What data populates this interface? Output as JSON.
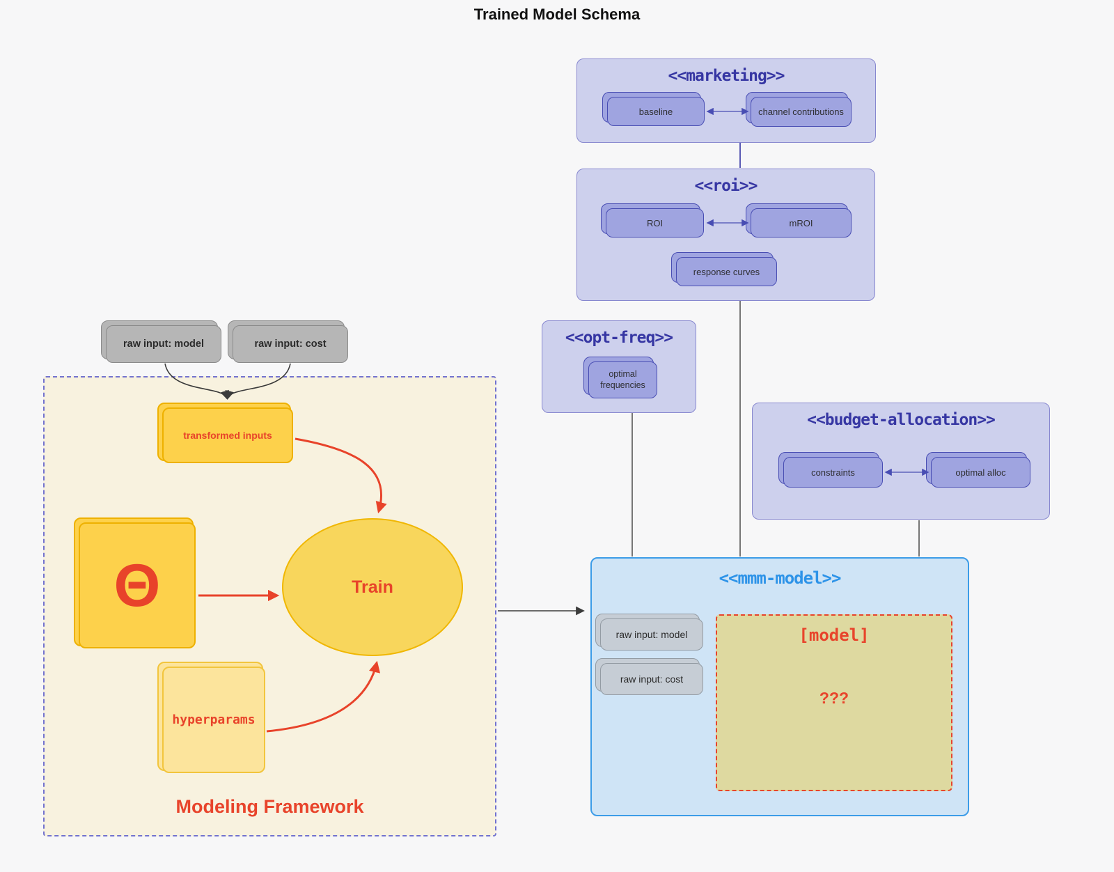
{
  "diagram_title": "Trained Model Schema",
  "marketing": {
    "title": "<<marketing>>",
    "baseline": "baseline",
    "channel_contributions": "channel contributions"
  },
  "roi": {
    "title": "<<roi>>",
    "roi": "ROI",
    "mroi": "mROI",
    "response_curves": "response curves"
  },
  "opt_freq": {
    "title": "<<opt-freq>>",
    "optimal_frequencies": "optimal frequencies"
  },
  "budget_allocation": {
    "title": "<<budget-allocation>>",
    "constraints": "constraints",
    "optimal_alloc": "optimal alloc"
  },
  "raw_inputs": {
    "model": "raw input: model",
    "cost": "raw input: cost"
  },
  "modeling_framework": {
    "label": "Modeling Framework",
    "transformed_inputs": "transformed inputs",
    "theta": "Θ",
    "train": "Train",
    "hyperparams": "hyperparams"
  },
  "mmm_model": {
    "title": "<<mmm-model>>",
    "raw_input_model": "raw input: model",
    "raw_input_cost": "raw input: cost",
    "model_placeholder": "[model]",
    "unknown": "???"
  },
  "colors": {
    "accent_red": "#e8432a",
    "container_title_purple": "#3636a3",
    "mmm_blue": "#2d93e8",
    "lavender_fill": "#cdd0ed",
    "node_purple_fill": "#9fa4e0",
    "yellow_fill": "#fdd14b",
    "khaki_fill": "#ded9a0",
    "framework_fill": "#f8f2df"
  }
}
